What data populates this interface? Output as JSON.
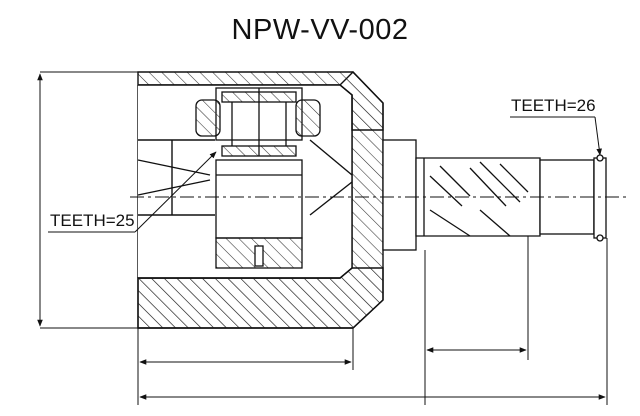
{
  "title": "NPW-VV-002",
  "labels": {
    "teeth_outer": "TEETH=25",
    "teeth_shaft": "TEETH=26"
  },
  "colors": {
    "line": "#111111",
    "hatch": "#333333"
  }
}
